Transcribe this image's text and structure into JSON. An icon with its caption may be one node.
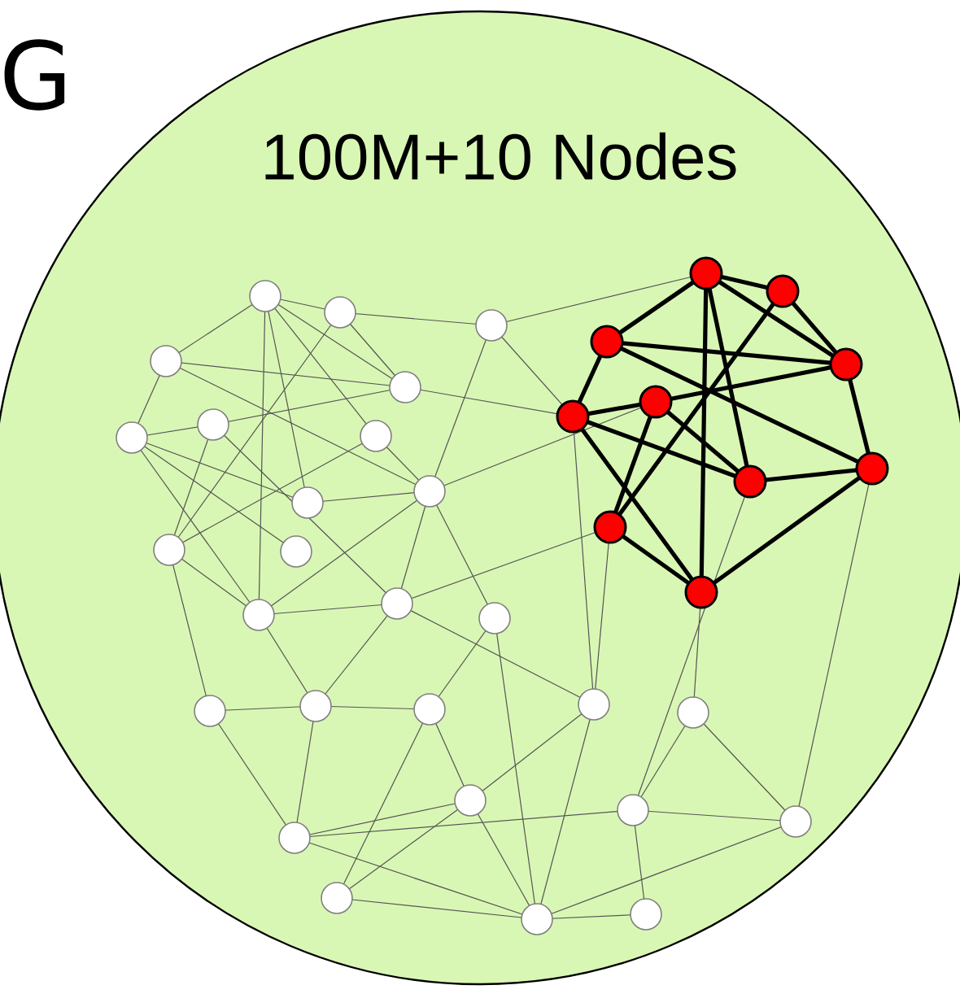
{
  "diagram": {
    "nodes": [
      {
        "text": [
          "100M+10 Nodes"
        ]
      },
      {
        "text": [],
        "shape": "circle",
        "in": 0
      },
      {
        "text": [],
        "shape": "circle",
        "in": 0
      },
      {
        "text": [],
        "shape": "circle",
        "in": 0
      },
      {
        "text": [],
        "shape": "circle",
        "in": 0
      },
      {
        "text": [],
        "shape": "circle",
        "in": 0
      },
      {
        "text": [],
        "shape": "circle",
        "in": 0
      },
      {
        "text": [],
        "shape": "circle",
        "in": 0
      },
      {
        "text": [],
        "shape": "circle",
        "in": 0
      },
      {
        "text": [],
        "shape": "circle",
        "in": 0
      },
      {
        "text": [],
        "shape": "circle",
        "in": 0
      },
      {
        "text": [],
        "shape": "circle",
        "in": 0
      },
      {
        "text": [],
        "shape": "circle",
        "in": 0
      },
      {
        "text": [],
        "shape": "circle",
        "in": 0
      },
      {
        "text": [],
        "shape": "circle",
        "in": 0
      },
      {
        "text": [],
        "shape": "circle",
        "in": 0
      },
      {
        "text": [],
        "shape": "circle",
        "in": 0
      },
      {
        "text": [],
        "shape": "circle",
        "in": 0
      },
      {
        "text": [],
        "shape": "circle",
        "in": 0
      },
      {
        "text": [],
        "shape": "circle",
        "in": 0
      },
      {
        "text": [],
        "shape": "circle",
        "in": 0
      },
      {
        "text": [],
        "shape": "circle",
        "in": 0
      },
      {
        "text": [],
        "shape": "circle",
        "in": 0
      },
      {
        "text": [],
        "shape": "circle",
        "in": 0
      },
      {
        "text": [],
        "shape": "circle",
        "in": 0
      },
      {
        "text": [],
        "shape": "circle",
        "in": 0
      },
      {
        "text": [],
        "shape": "circle",
        "in": 0
      },
      {
        "text": [],
        "shape": "circle",
        "in": 0
      },
      {
        "text": [],
        "shape": "circle",
        "in": 0
      },
      {
        "text": [],
        "shape": "circle",
        "in": 0
      },
      {
        "text": [],
        "shape": "circle",
        "in": 0
      },
      {
        "text": [],
        "shape": "circle",
        "in": 0
      },
      {
        "text": [],
        "shape": "circle",
        "in": 0
      },
      {
        "text": [],
        "shape": "circle",
        "in": 0
      },
      {
        "text": [],
        "shape": "circle",
        "in": 0
      },
      {
        "text": [],
        "shape": "circle",
        "in": 0
      },
      {
        "text": [],
        "shape": "circle",
        "in": 0
      },
      {
        "text": [],
        "shape": "circle",
        "in": 0
      }
    ],
    "edges": [
      {
        "from": 1,
        "to": 4,
        "arrow": "none"
      },
      {
        "from": 1,
        "to": 2,
        "arrow": "none"
      },
      {
        "from": 1,
        "to": 5,
        "arrow": "none"
      },
      {
        "from": 1,
        "to": 13,
        "arrow": "none"
      },
      {
        "from": 1,
        "to": 8,
        "arrow": "none"
      },
      {
        "from": 1,
        "to": 10,
        "arrow": "none"
      },
      {
        "from": 2,
        "to": 3,
        "arrow": "none"
      },
      {
        "from": 2,
        "to": 5,
        "arrow": "none"
      },
      {
        "from": 2,
        "to": 11,
        "arrow": "none"
      },
      {
        "from": 4,
        "to": 6,
        "arrow": "none"
      },
      {
        "from": 4,
        "to": 5,
        "arrow": "none"
      },
      {
        "from": 4,
        "to": 9,
        "arrow": "none"
      },
      {
        "from": 6,
        "to": 7,
        "arrow": "none"
      },
      {
        "from": 6,
        "to": 10,
        "arrow": "none"
      },
      {
        "from": 6,
        "to": 12,
        "arrow": "none"
      },
      {
        "from": 6,
        "to": 13,
        "arrow": "none"
      },
      {
        "from": 7,
        "to": 5,
        "arrow": "none"
      },
      {
        "from": 7,
        "to": 11,
        "arrow": "none"
      },
      {
        "from": 7,
        "to": 14,
        "arrow": "none"
      },
      {
        "from": 8,
        "to": 9,
        "arrow": "none"
      },
      {
        "from": 8,
        "to": 11,
        "arrow": "none"
      },
      {
        "from": 10,
        "to": 9,
        "arrow": "none"
      },
      {
        "from": 11,
        "to": 13,
        "arrow": "none"
      },
      {
        "from": 13,
        "to": 9,
        "arrow": "none"
      },
      {
        "from": 13,
        "to": 14,
        "arrow": "none"
      },
      {
        "from": 9,
        "to": 14,
        "arrow": "none"
      },
      {
        "from": 9,
        "to": 15,
        "arrow": "none"
      },
      {
        "from": 3,
        "to": 9,
        "arrow": "none"
      },
      {
        "from": 13,
        "to": 17,
        "arrow": "none"
      },
      {
        "from": 14,
        "to": 17,
        "arrow": "none"
      },
      {
        "from": 14,
        "to": 19,
        "arrow": "none"
      },
      {
        "from": 16,
        "to": 17,
        "arrow": "none"
      },
      {
        "from": 17,
        "to": 18,
        "arrow": "none"
      },
      {
        "from": 11,
        "to": 16,
        "arrow": "none"
      },
      {
        "from": 16,
        "to": 24,
        "arrow": "none"
      },
      {
        "from": 17,
        "to": 24,
        "arrow": "none"
      },
      {
        "from": 18,
        "to": 25,
        "arrow": "none"
      },
      {
        "from": 18,
        "to": 21,
        "arrow": "none"
      },
      {
        "from": 15,
        "to": 18,
        "arrow": "none"
      },
      {
        "from": 15,
        "to": 26,
        "arrow": "none"
      },
      {
        "from": 24,
        "to": 21,
        "arrow": "none"
      },
      {
        "from": 24,
        "to": 22,
        "arrow": "none"
      },
      {
        "from": 24,
        "to": 26,
        "arrow": "none"
      },
      {
        "from": 25,
        "to": 21,
        "arrow": "none"
      },
      {
        "from": 25,
        "to": 26,
        "arrow": "none"
      },
      {
        "from": 21,
        "to": 26,
        "arrow": "none"
      },
      {
        "from": 21,
        "to": 19,
        "arrow": "none"
      },
      {
        "from": 19,
        "to": 26,
        "arrow": "none"
      },
      {
        "from": 20,
        "to": 22,
        "arrow": "none"
      },
      {
        "from": 20,
        "to": 23,
        "arrow": "none"
      },
      {
        "from": 22,
        "to": 23,
        "arrow": "none"
      },
      {
        "from": 22,
        "to": 27,
        "arrow": "none"
      },
      {
        "from": 26,
        "to": 27,
        "arrow": "none"
      },
      {
        "from": 26,
        "to": 23,
        "arrow": "none"
      },
      {
        "from": 3,
        "to": 28,
        "arrow": "none"
      },
      {
        "from": 3,
        "to": 33,
        "arrow": "none"
      },
      {
        "from": 5,
        "to": 33,
        "arrow": "none"
      },
      {
        "from": 9,
        "to": 32,
        "arrow": "none"
      },
      {
        "from": 14,
        "to": 36,
        "arrow": "none"
      },
      {
        "from": 19,
        "to": 36,
        "arrow": "none"
      },
      {
        "from": 19,
        "to": 33,
        "arrow": "none"
      },
      {
        "from": 20,
        "to": 37,
        "arrow": "none"
      },
      {
        "from": 22,
        "to": 34,
        "arrow": "none"
      },
      {
        "from": 23,
        "to": 35,
        "arrow": "none"
      },
      {
        "from": 28,
        "to": 29,
        "arrow": "none",
        "style": "thick"
      },
      {
        "from": 28,
        "to": 30,
        "arrow": "none",
        "style": "thick"
      },
      {
        "from": 28,
        "to": 31,
        "arrow": "none",
        "style": "thick"
      },
      {
        "from": 29,
        "to": 31,
        "arrow": "none",
        "style": "thick"
      },
      {
        "from": 28,
        "to": 37,
        "arrow": "none",
        "style": "thick"
      },
      {
        "from": 28,
        "to": 34,
        "arrow": "none",
        "style": "thick"
      },
      {
        "from": 30,
        "to": 33,
        "arrow": "none",
        "style": "thick"
      },
      {
        "from": 30,
        "to": 31,
        "arrow": "none",
        "style": "thick"
      },
      {
        "from": 30,
        "to": 35,
        "arrow": "none",
        "style": "thick"
      },
      {
        "from": 33,
        "to": 32,
        "arrow": "none",
        "style": "thick"
      },
      {
        "from": 32,
        "to": 31,
        "arrow": "none",
        "style": "thick"
      },
      {
        "from": 29,
        "to": 36,
        "arrow": "none",
        "style": "thick"
      },
      {
        "from": 32,
        "to": 36,
        "arrow": "none",
        "style": "thick"
      },
      {
        "from": 32,
        "to": 34,
        "arrow": "none",
        "style": "thick"
      },
      {
        "from": 33,
        "to": 34,
        "arrow": "none",
        "style": "thick"
      },
      {
        "from": 33,
        "to": 37,
        "arrow": "none",
        "style": "thick"
      },
      {
        "from": 36,
        "to": 37,
        "arrow": "none",
        "style": "thick"
      },
      {
        "from": 34,
        "to": 35,
        "arrow": "none",
        "style": "thick"
      },
      {
        "from": 31,
        "to": 35,
        "arrow": "none",
        "style": "thick"
      },
      {
        "from": 35,
        "to": 37,
        "arrow": "none",
        "style": "thick"
      }
    ],
    "labels": [
      "G"
    ]
  }
}
